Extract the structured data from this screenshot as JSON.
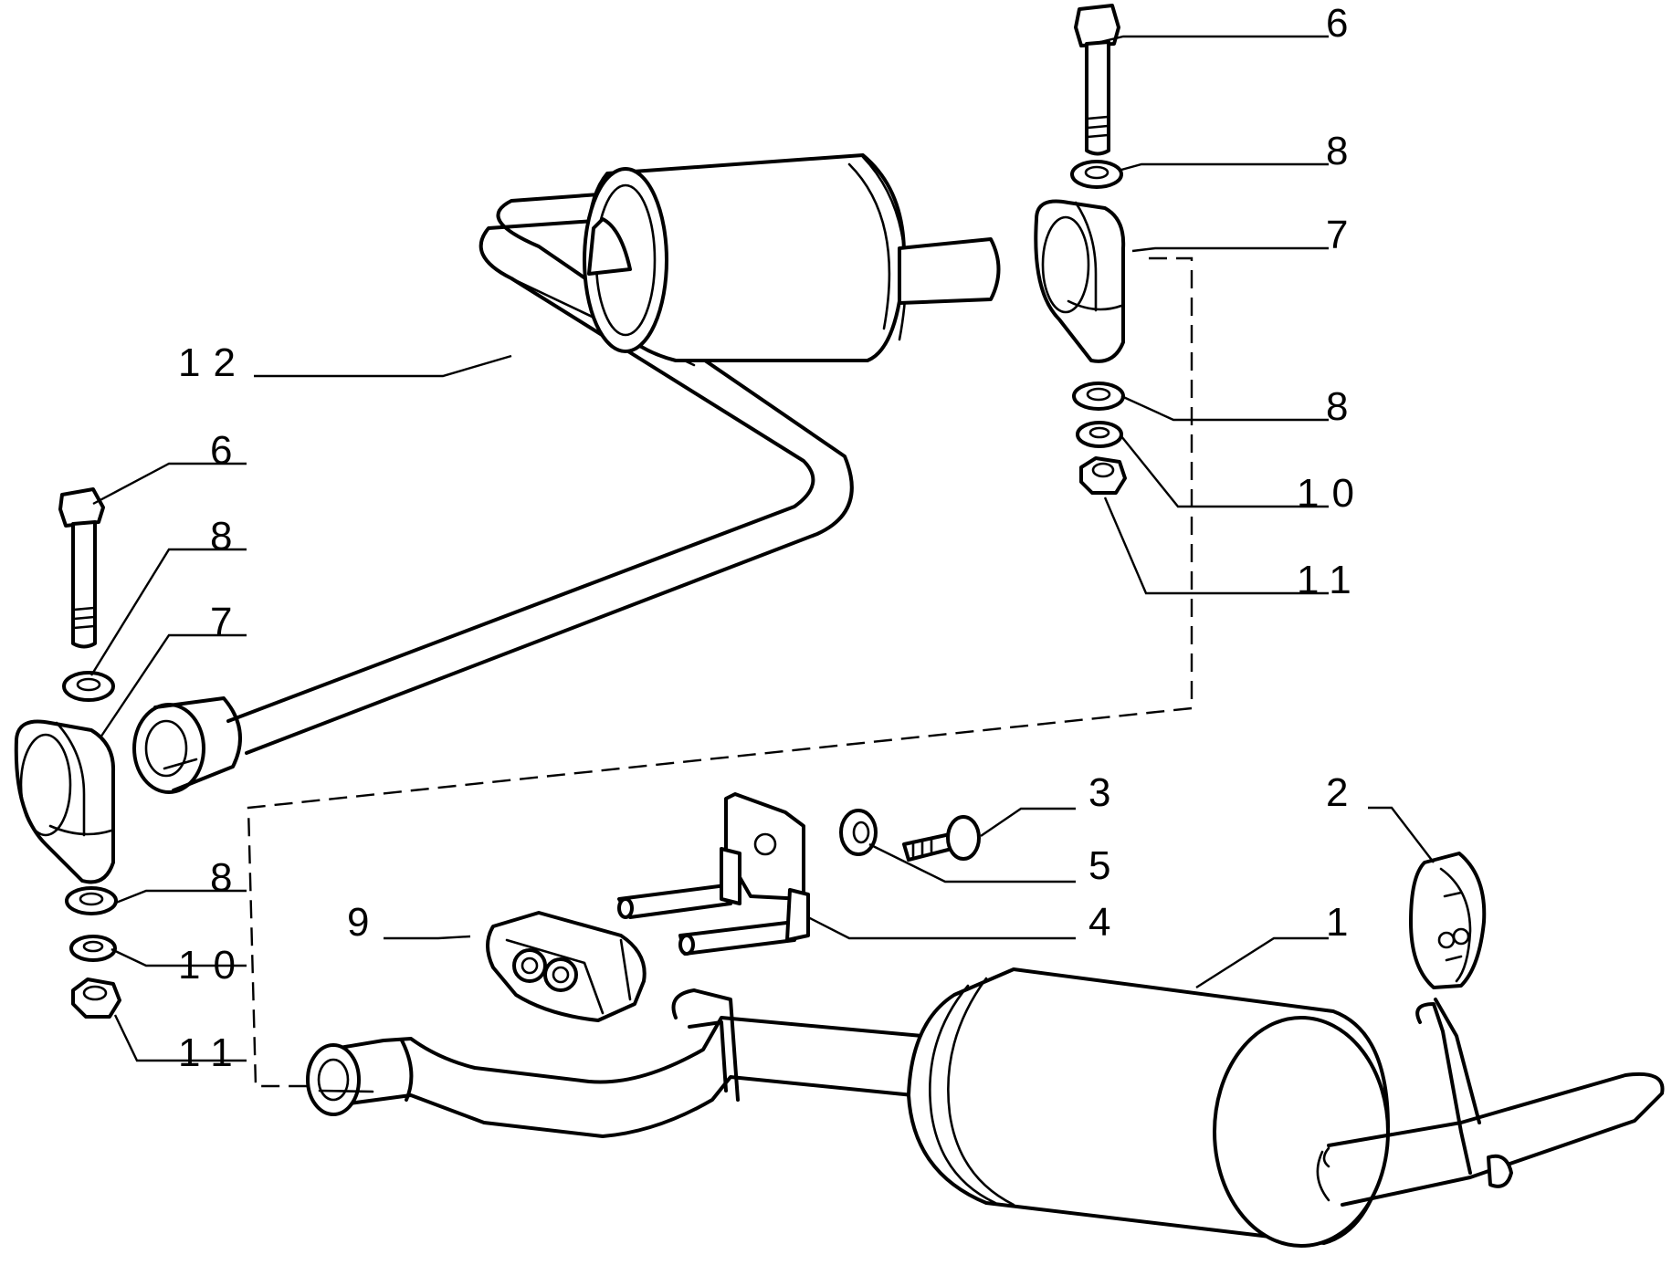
{
  "callouts": [
    {
      "id": "rear-muffler",
      "text": "1"
    },
    {
      "id": "rubber-hanger",
      "text": "2"
    },
    {
      "id": "bracket-bolt",
      "text": "3"
    },
    {
      "id": "bracket",
      "text": "4"
    },
    {
      "id": "bracket-washer",
      "text": "5"
    },
    {
      "id": "bolt-top-right",
      "text": "6"
    },
    {
      "id": "washer-top-right",
      "text": "8"
    },
    {
      "id": "clamp-right",
      "text": "7"
    },
    {
      "id": "washer-mid-right",
      "text": "8"
    },
    {
      "id": "lock-washer-right",
      "text": "10"
    },
    {
      "id": "nut-right",
      "text": "11"
    },
    {
      "id": "front-pipe",
      "text": "12"
    },
    {
      "id": "bolt-left",
      "text": "6"
    },
    {
      "id": "washer-top-left",
      "text": "8"
    },
    {
      "id": "clamp-left",
      "text": "7"
    },
    {
      "id": "washer-mid-left",
      "text": "8"
    },
    {
      "id": "lock-washer-left",
      "text": "10"
    },
    {
      "id": "nut-left",
      "text": "11"
    },
    {
      "id": "rubber-mount",
      "text": "9"
    }
  ]
}
